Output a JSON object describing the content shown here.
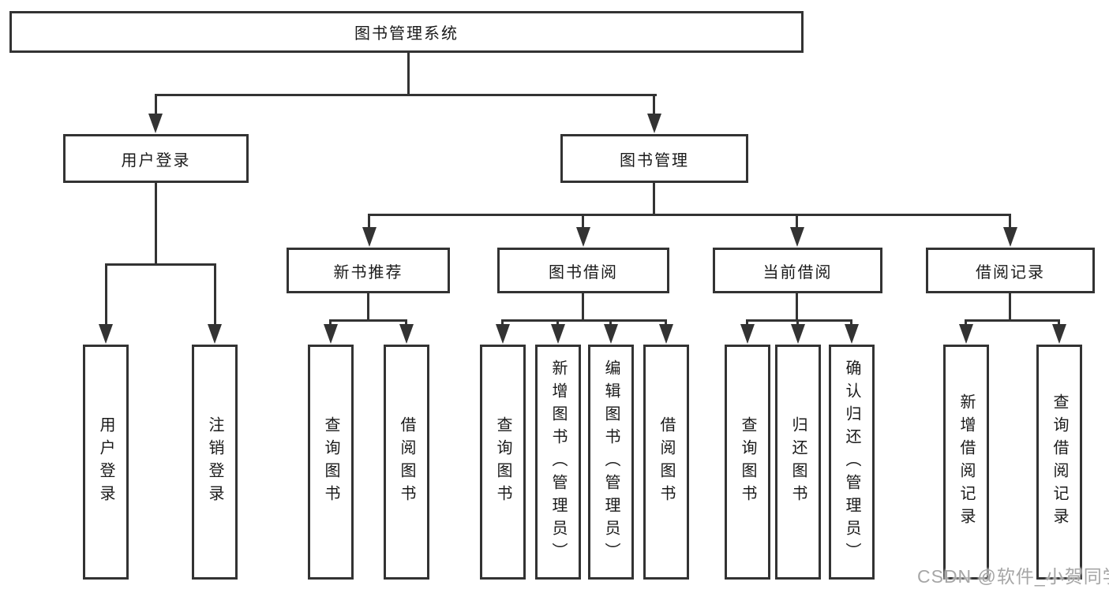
{
  "root": {
    "label": "图书管理系统",
    "children": [
      {
        "label": "用户登录",
        "children": [
          {
            "label": "用户登录"
          },
          {
            "label": "注销登录"
          }
        ]
      },
      {
        "label": "图书管理",
        "children": [
          {
            "label": "新书推荐",
            "children": [
              {
                "label": "查询图书"
              },
              {
                "label": "借阅图书"
              }
            ]
          },
          {
            "label": "图书借阅",
            "children": [
              {
                "label": "查询图书"
              },
              {
                "label": "新增图书（管理员）"
              },
              {
                "label": "编辑图书（管理员）"
              },
              {
                "label": "借阅图书"
              }
            ]
          },
          {
            "label": "当前借阅",
            "children": [
              {
                "label": "查询图书"
              },
              {
                "label": "归还图书"
              },
              {
                "label": "确认归还（管理员）"
              }
            ]
          },
          {
            "label": "借阅记录",
            "children": [
              {
                "label": "新增借阅记录"
              },
              {
                "label": "查询借阅记录"
              }
            ]
          }
        ]
      }
    ]
  },
  "watermark": {
    "label": "CSDN @软件_小贺同学"
  },
  "colors": {
    "line": "#333333",
    "text": "#1a1a1a",
    "watermark": "#a6a6a6",
    "background": "#ffffff"
  }
}
